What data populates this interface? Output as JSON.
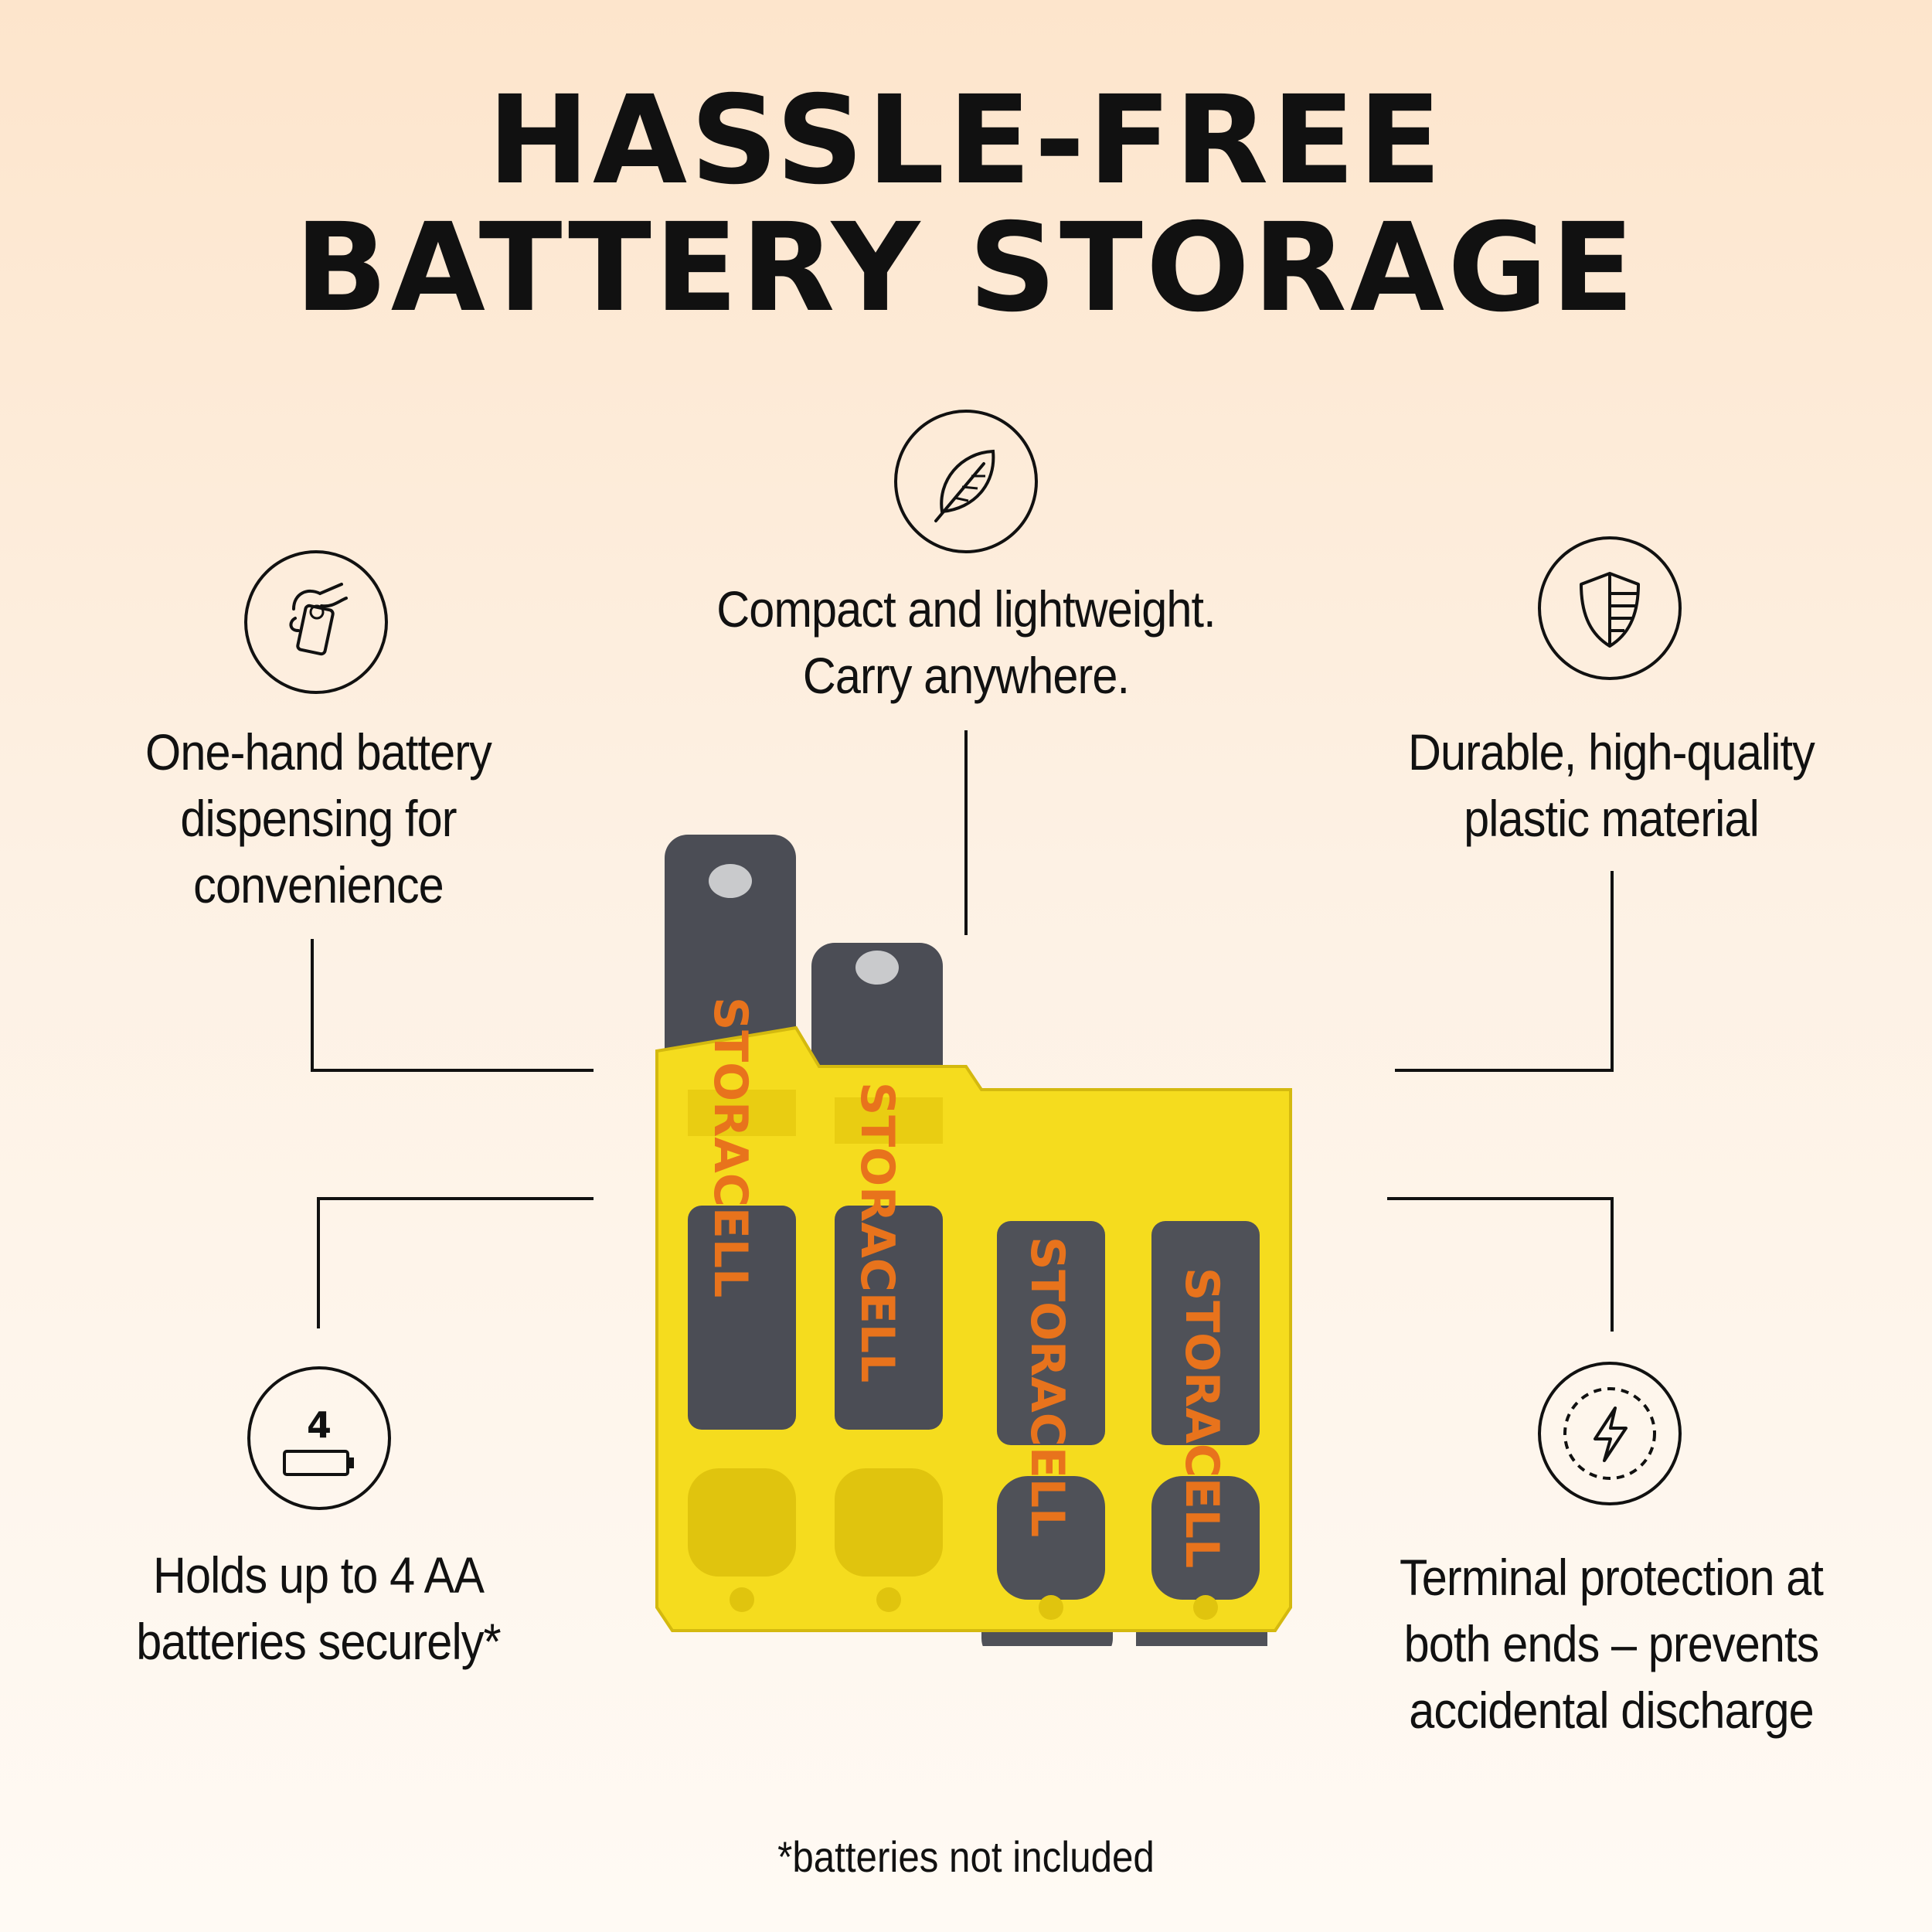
{
  "title": {
    "line1": "HASSLE-FREE",
    "line2": "BATTERY STORAGE"
  },
  "features": {
    "top": {
      "lines": [
        "Compact and lightweight.",
        "Carry anywhere."
      ],
      "icon": "feather-icon"
    },
    "upper_left": {
      "lines": [
        "One-hand battery",
        "dispensing for",
        "convenience"
      ],
      "icon": "hand-battery-icon"
    },
    "upper_right": {
      "lines": [
        "Durable, high-quality",
        "plastic material"
      ],
      "icon": "shield-icon"
    },
    "lower_left": {
      "lines": [
        "Holds up to 4 AA",
        "batteries securely*"
      ],
      "icon": "battery-count-icon",
      "icon_number": "4"
    },
    "lower_right": {
      "lines": [
        "Terminal protection at",
        "both ends – prevents",
        "accidental discharge"
      ],
      "icon": "lightning-bolt-icon"
    }
  },
  "product": {
    "brand": "STORACELL",
    "battery_count": 4,
    "case_color": "#f5dc1e",
    "battery_color": "#4b4d55",
    "label_color": "#e8731c"
  },
  "footnote": "*batteries not included"
}
